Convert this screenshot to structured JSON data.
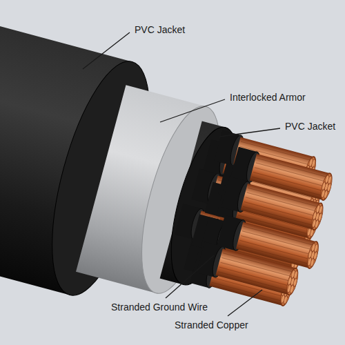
{
  "diagram": {
    "labels": [
      "PVC Jacket",
      "Interlocked Armor",
      "PVC Jacket",
      "Stranded Ground Wire",
      "Stranded Copper"
    ]
  }
}
